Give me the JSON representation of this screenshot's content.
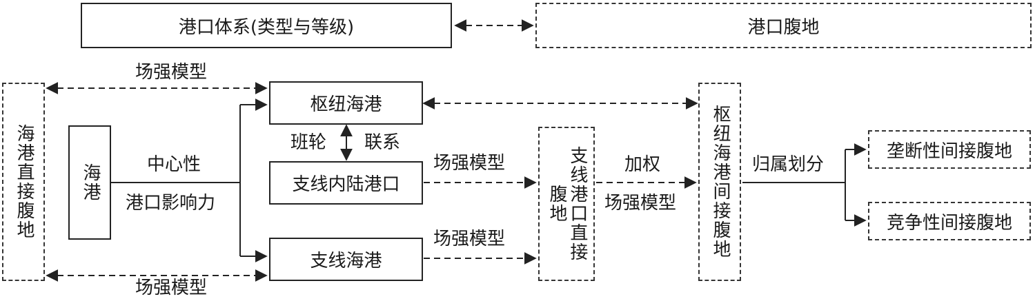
{
  "boxes": {
    "port_system": "港口体系(类型与等级)",
    "port_hinterland": "港口腹地",
    "direct_hinterland_sea": "海港直接腹地",
    "seaport": "海港",
    "hub_seaport": "枢纽海港",
    "feeder_inland_port": "支线内陆港口",
    "feeder_seaport": "支线海港",
    "feeder_direct_hinterland": "支线港口直接腹地",
    "hub_hinterland": "枢纽海港间接腹地",
    "monopoly_indirect": "垄断性间接腹地",
    "competitive_indirect": "竞争性间接腹地"
  },
  "labels": {
    "field_model_top": "场强模型",
    "field_model_bottom": "场强模型",
    "field_model_inland": "场强模型",
    "field_model_feeder": "场强模型",
    "field_model_weight": "场强模型",
    "centrality": "中心性",
    "port_influence": "港口影响力",
    "liner": "班轮",
    "connection": "联系",
    "weighting": "加权",
    "attribution": "归属划分"
  }
}
